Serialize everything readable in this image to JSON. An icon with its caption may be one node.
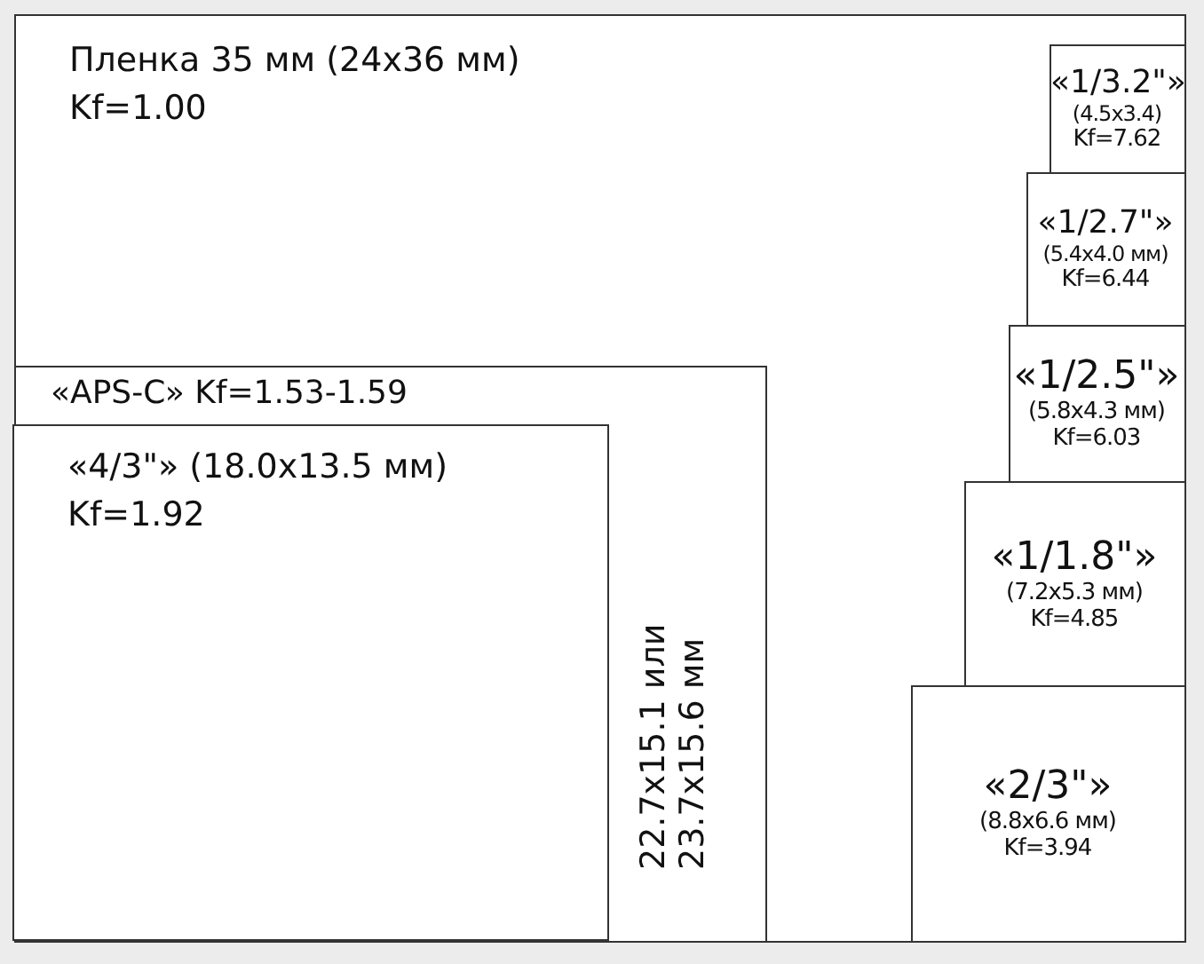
{
  "diagram": {
    "nodes": [
      {
        "text": [
          "Пленка 35 мм (24x36 мм)",
          "Kf=1.00"
        ]
      },
      {
        "text": [
          "«APS-C» Kf=1.53-1.59",
          "22.7x15.1 или 23.7x15.6 мм"
        ],
        "in": 0
      },
      {
        "text": [
          "«4/3\"» (18.0x13.5 мм)",
          "Kf=1.92"
        ],
        "in": 1
      },
      {
        "text": [
          "«1/3.2\"»",
          "(4.5x3.4)",
          "Kf=7.62"
        ],
        "in": 0
      },
      {
        "text": [
          "«1/2.7\"»",
          "(5.4x4.0 мм)",
          "Kf=6.44"
        ],
        "in": 0
      },
      {
        "text": [
          "«1/2.5\"»",
          "(5.8x4.3 мм)",
          "Kf=6.03"
        ],
        "in": 0
      },
      {
        "text": [
          "«1/1.8\"»",
          "(7.2x5.3 мм)",
          "Kf=4.85"
        ],
        "in": 0
      },
      {
        "text": [
          "«2/3\"»",
          "(8.8x6.6 мм)",
          "Kf=3.94"
        ],
        "in": 0
      }
    ]
  }
}
